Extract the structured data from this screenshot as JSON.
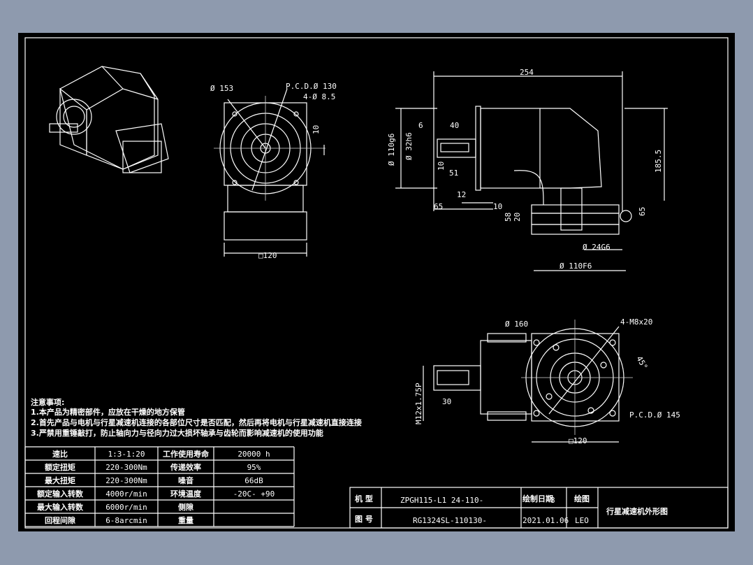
{
  "dims": {
    "top_dia": "Ø 153",
    "pcd_top": "P.C.D.Ø 130",
    "holes_top": "4-Ø 8.5",
    "d10": "10",
    "d120_top": "□120",
    "d254": "254",
    "d6": "6",
    "d40": "40",
    "d_shaft": "Ø 110g6",
    "d_key": "Ø 32h6",
    "d10b": "10",
    "d51": "51",
    "d12": "12",
    "d65a": "65",
    "d10c": "10",
    "d58": "58",
    "d20": "20",
    "d185": "185.5",
    "d65b": "65",
    "d24": "Ø 24G6",
    "d110f": "Ø 110F6",
    "d160": "Ø 160",
    "holes_bot": "4-M8x20",
    "a45": "45°",
    "m12": "M12x1.75P",
    "d30": "30",
    "pcd_bot": "P.C.D.Ø 145",
    "d120_bot": "□120"
  },
  "notes": {
    "title": "注意事项:",
    "line1": "1.本产品为精密部件，应放在干燥的地方保管",
    "line2": "2.首先产品与电机与行星减速机连接的各部位尺寸是否匹配，然后再将电机与行星减速机直接连接",
    "line3": "3.严禁用重锤敲打，防止轴向力与径向力过大损坏轴承与齿轮而影响减速机的使用功能"
  },
  "specs": [
    {
      "k1": "速比",
      "v1": "1:3-1:20",
      "k2": "工作使用寿命",
      "v2": "20000 h"
    },
    {
      "k1": "额定扭矩",
      "v1": "220-300Nm",
      "k2": "传递效率",
      "v2": "95%"
    },
    {
      "k1": "最大扭矩",
      "v1": "220-300Nm",
      "k2": "噪音",
      "v2": "66dB"
    },
    {
      "k1": "额定输入转数",
      "v1": "4000r/min",
      "k2": "环境温度",
      "v2": "-20C- +90"
    },
    {
      "k1": "最大输入转数",
      "v1": "6000r/min",
      "k2": "侧隙",
      "v2": ""
    },
    {
      "k1": "回程间隙",
      "v1": "6-8arcmin",
      "k2": "重量",
      "v2": ""
    }
  ],
  "titleblock": {
    "lbl_model": "机 型",
    "model": "ZPGH115-L1 24-110-",
    "lbl_date": "绘制日期",
    "date_tail": "8",
    "lbl_drawn": "绘图",
    "lbl_drawing": "图 号",
    "drawing_no": "RG1324SL-110130-",
    "date": "2021.01.06",
    "drawer": "LEO",
    "title": "行星减速机外形图"
  }
}
